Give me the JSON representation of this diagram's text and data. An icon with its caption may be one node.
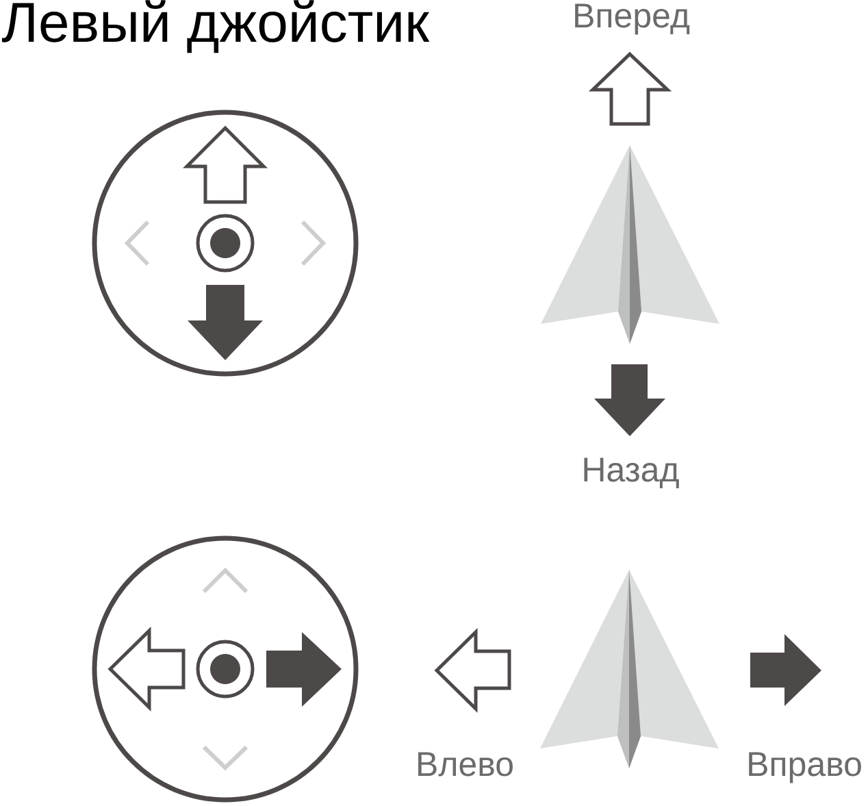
{
  "diagram": {
    "title": "Левый джойстик",
    "labels": [
      "Вперед",
      "Назад",
      "Влево",
      "Вправо"
    ]
  }
}
